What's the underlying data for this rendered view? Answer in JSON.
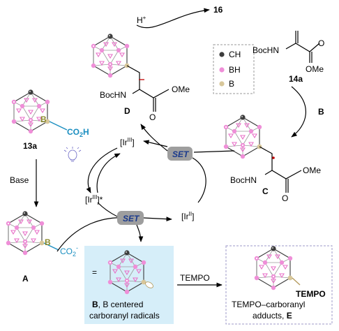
{
  "colors": {
    "ch_vertex": "#3d3d3d",
    "bh_vertex": "#ef8fd8",
    "b_vertex": "#d8c79a",
    "co2h_teal": "#1a8ec0",
    "boron_olive": "#8a8a2a",
    "set_pill": "#9e9e9e",
    "set_text": "#1b3a8c",
    "highlight_box": "#d6eef9",
    "dashed_box": "#9e98c8",
    "radical_red": "#c00000"
  },
  "labels": {
    "h_plus": "H",
    "h_plus_sup": "+",
    "product_16": "16",
    "compound_13a": "13a",
    "compound_14a": "14a",
    "compound_A": "A",
    "compound_B": "B",
    "compound_C": "C",
    "compound_D": "D",
    "compound_E": "E",
    "co2h": "CO",
    "co2h_sub": "2",
    "co2h_h": "H",
    "co2_anion": "CO",
    "co2_anion_sub": "2",
    "co2_anion_sup": "-",
    "boron": "B",
    "base": "Base",
    "ome": "OMe",
    "bochn": "BocHN",
    "ome_d": "OMe",
    "bochn_d": "BocHN",
    "ome_c": "OMe",
    "bochn_c": "BocHN",
    "o": "O",
    "o_d": "O",
    "o_c": "O",
    "ir3": "[Ir",
    "ir3_sup": "III",
    "ir3_close": "]",
    "ir3star": "[Ir",
    "ir3star_sup": "III",
    "ir3star_close": "]*",
    "ir2": "[Ir",
    "ir2_sup": "II",
    "ir2_close": "]",
    "set_top": "SET",
    "set_bottom": "SET",
    "tempo_arrow": "TEMPO",
    "tempo_sub": "TEMPO",
    "equals": "=",
    "b_radical_line1_bold": "B",
    "b_radical_line1": ", B centered",
    "b_radical_line2": "carboranyl radicals",
    "adduct_line1": "TEMPO–carboranyl",
    "adduct_line2": "adducts, ",
    "adduct_line2_bold": "E",
    "b_over_arrow": "B",
    "legend": [
      {
        "label": "CH"
      },
      {
        "label": "BH"
      },
      {
        "label": "B"
      }
    ]
  }
}
